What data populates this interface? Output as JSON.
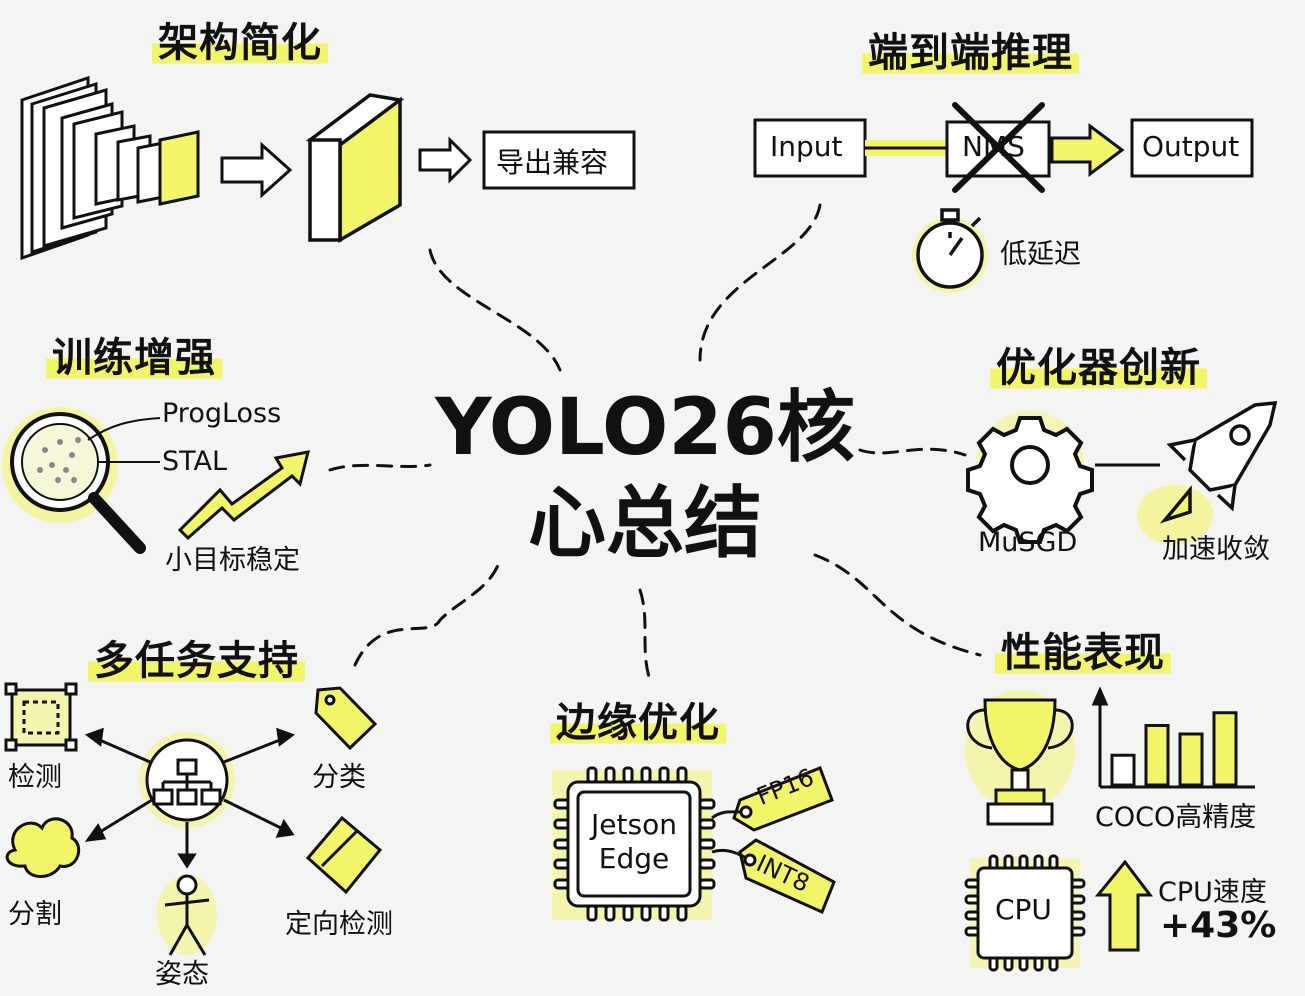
{
  "center_title": [
    "YOLO26核",
    "心总结"
  ],
  "sections": {
    "arch": {
      "title": "架构简化",
      "export_box": "导出兼容"
    },
    "e2e": {
      "title": "端到端推理",
      "input": "Input",
      "nms": "NMS",
      "output": "Output",
      "latency": "低延迟"
    },
    "train": {
      "title": "训练增强",
      "progloss": "ProgLoss",
      "stal": "STAL",
      "small": "小目标稳定"
    },
    "optim": {
      "title": "优化器创新",
      "musgd": "MuSGD",
      "speed": "加速收敛"
    },
    "multitask": {
      "title": "多任务支持",
      "detect": "检测",
      "classify": "分类",
      "segment": "分割",
      "pose": "姿态",
      "obb": "定向检测"
    },
    "edge": {
      "title": "边缘优化",
      "chip_line1": "Jetson",
      "chip_line2": "Edge",
      "tag1": "FP16",
      "tag2": "INT8"
    },
    "perf": {
      "title": "性能表现",
      "coco": "COCO高精度",
      "cpu_chip": "CPU",
      "cpu_speed": "CPU速度",
      "cpu_gain": "+43%"
    }
  },
  "bar_chart": {
    "values": [
      35,
      70,
      60,
      85
    ]
  },
  "colors": {
    "highlight": "#f2f56a",
    "ink": "#111111",
    "paper": "#f4f4f2"
  }
}
